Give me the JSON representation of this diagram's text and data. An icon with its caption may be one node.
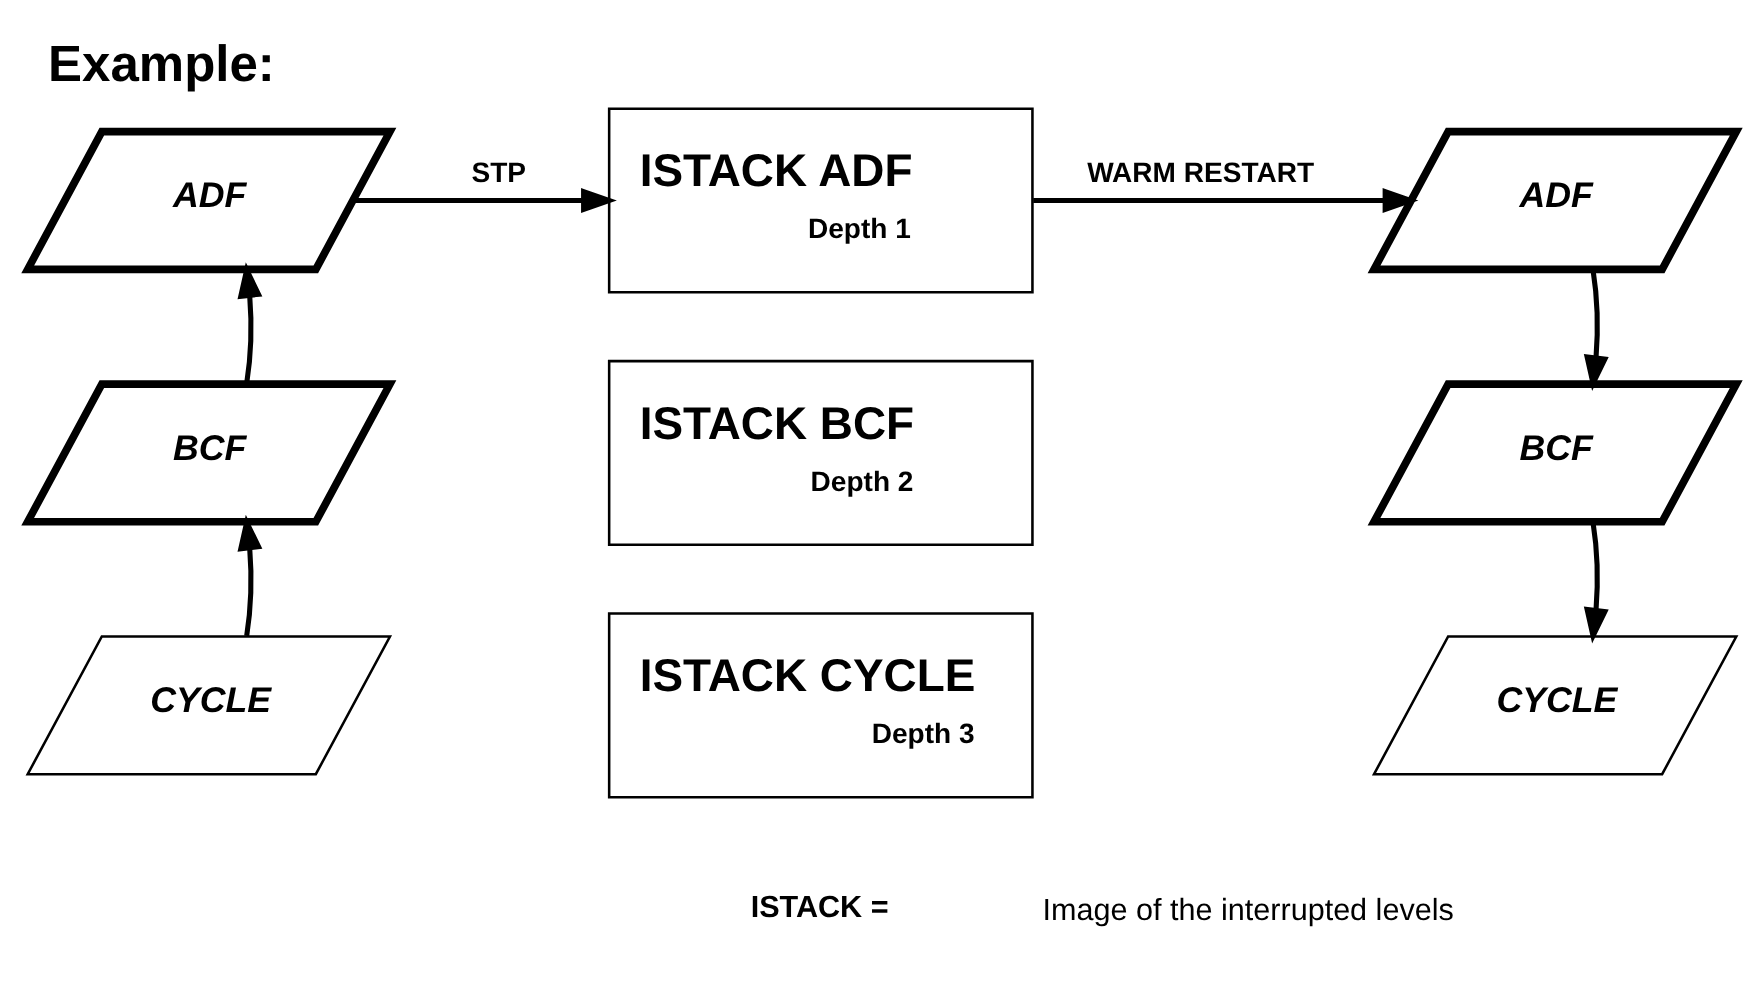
{
  "diagram": {
    "title": "Example:",
    "nodes": [
      {
        "text": [
          "ADF"
        ]
      },
      {
        "text": [
          "BCF"
        ]
      },
      {
        "text": [
          "CYCLE"
        ]
      },
      {
        "text": [
          "ISTACK ADF",
          "Depth 1"
        ]
      },
      {
        "text": [
          "ISTACK BCF",
          "Depth 2"
        ]
      },
      {
        "text": [
          "ISTACK CYCLE",
          "Depth 3"
        ]
      },
      {
        "text": [
          "ADF"
        ]
      },
      {
        "text": [
          "BCF"
        ]
      },
      {
        "text": [
          "CYCLE"
        ]
      }
    ],
    "edges": [
      {
        "from": 0,
        "to": 3,
        "arrow": "to",
        "label": "STP"
      },
      {
        "from": 3,
        "to": 6,
        "arrow": "to",
        "label": "WARM RESTART"
      },
      {
        "from": 2,
        "to": 1,
        "arrow": "to"
      },
      {
        "from": 1,
        "to": 0,
        "arrow": "to"
      },
      {
        "from": 6,
        "to": 7,
        "arrow": "to"
      },
      {
        "from": 7,
        "to": 8,
        "arrow": "to"
      }
    ],
    "labels": [
      "ISTACK =",
      "Image of the interrupted levels"
    ]
  }
}
